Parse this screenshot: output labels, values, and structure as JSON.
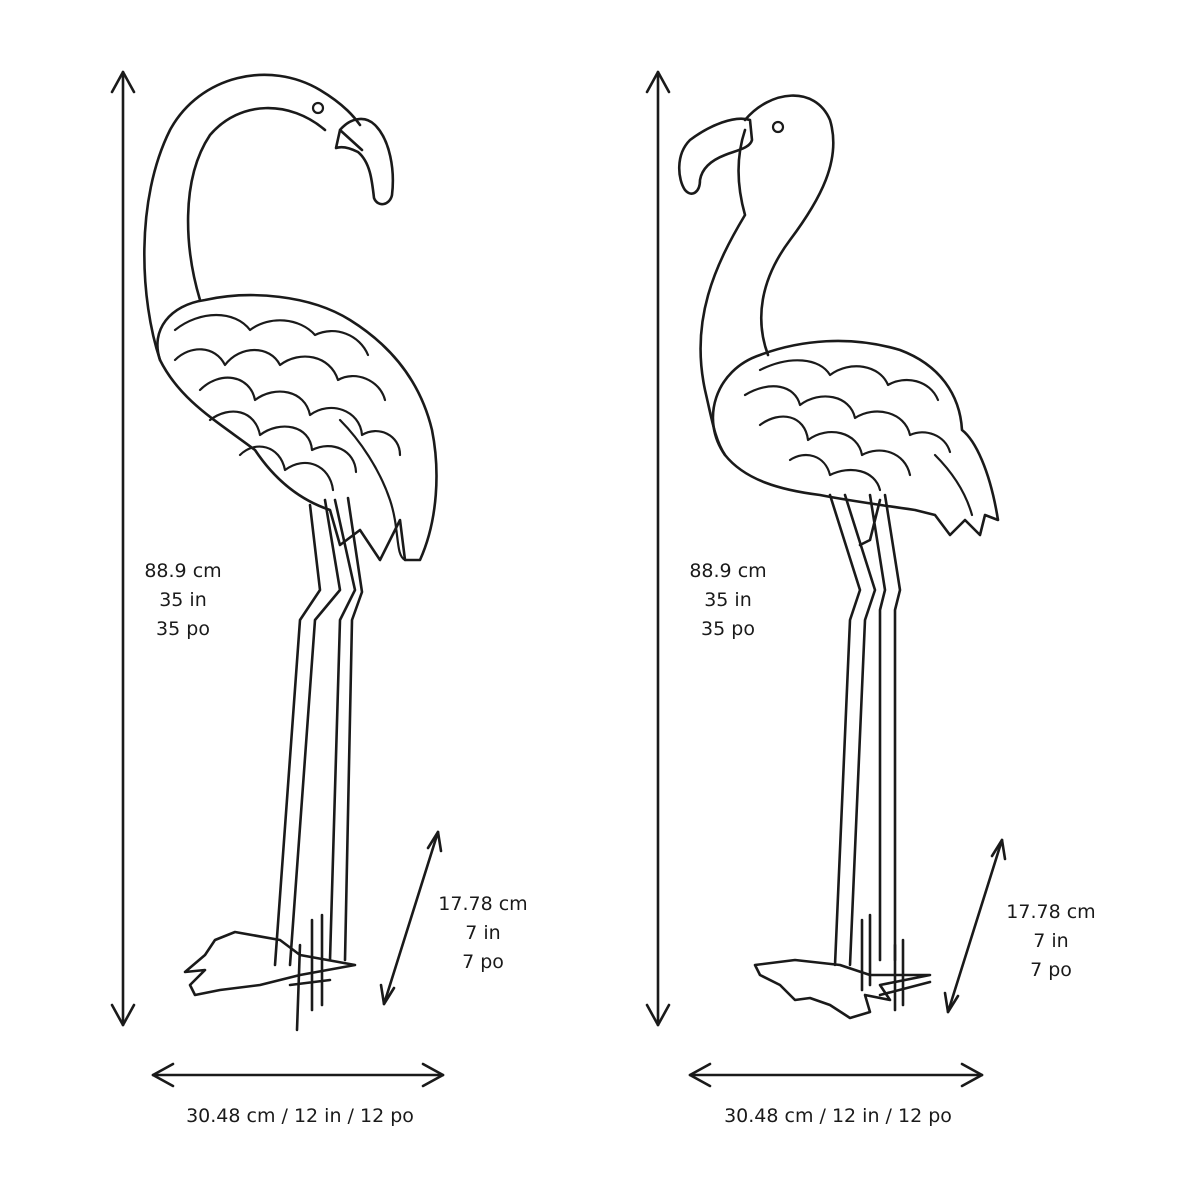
{
  "colors": {
    "ink": "#1a1a1a",
    "background": "#ffffff"
  },
  "figures": [
    {
      "name": "flamingo-head-down",
      "height": [
        "88.9 cm",
        "35 in",
        "35 po"
      ],
      "stake": [
        "17.78 cm",
        "7 in",
        "7 po"
      ],
      "width": "30.48 cm / 12 in / 12 po"
    },
    {
      "name": "flamingo-head-up",
      "height": [
        "88.9 cm",
        "35 in",
        "35 po"
      ],
      "stake": [
        "17.78 cm",
        "7 in",
        "7 po"
      ],
      "width": "30.48 cm / 12 in / 12 po"
    }
  ]
}
